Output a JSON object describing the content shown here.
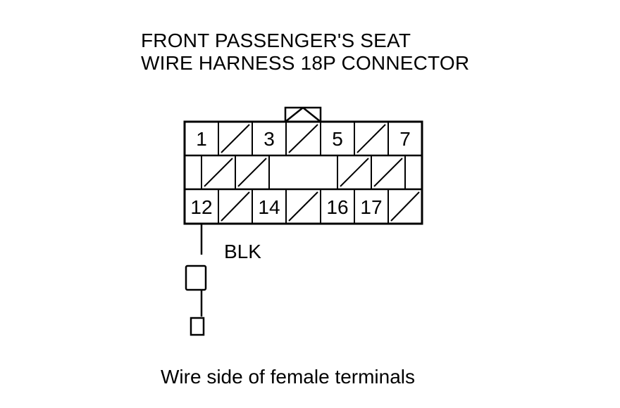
{
  "title": {
    "line1": "FRONT PASSENGER'S SEAT",
    "line2": "WIRE HARNESS 18P CONNECTOR"
  },
  "connector": {
    "row1": [
      "1",
      "",
      "3",
      "",
      "5",
      "",
      "7"
    ],
    "row3": [
      "12",
      "",
      "14",
      "",
      "16",
      "17",
      ""
    ]
  },
  "wire": {
    "color_label": "BLK"
  },
  "caption": "Wire side of female terminals"
}
